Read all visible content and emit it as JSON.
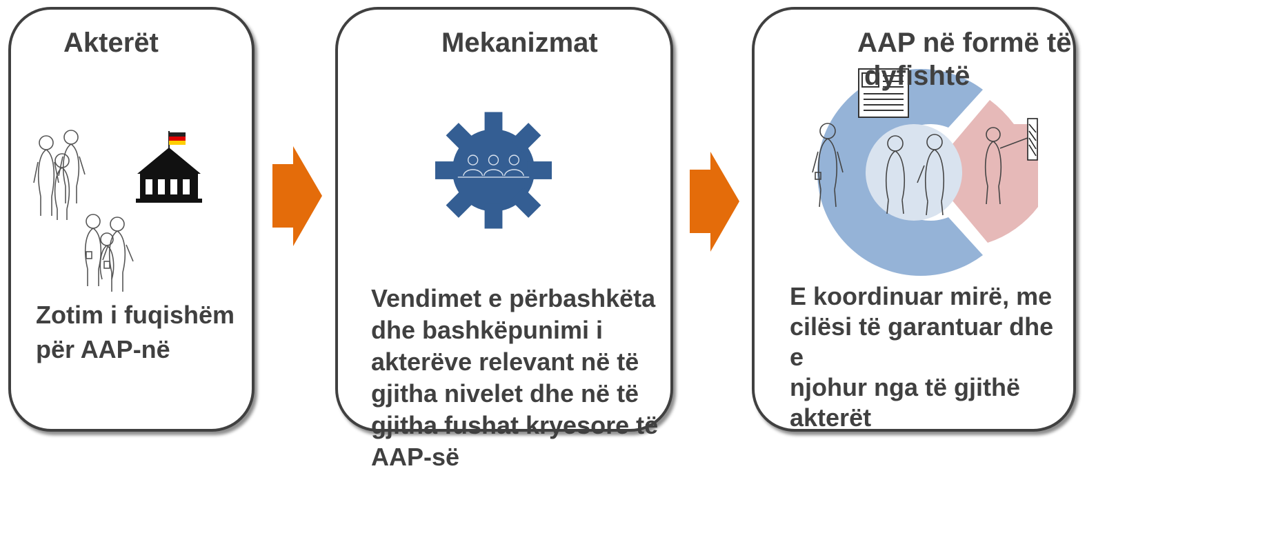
{
  "panels": [
    {
      "title": "Akterët",
      "text_lines": [
        "Zotim i fuqishëm",
        "për AAP-në"
      ]
    },
    {
      "title": "Mekanizmat",
      "text_lines": [
        "Vendimet e përbashkëta",
        "dhe bashkëpunimi i",
        "akterëve relevant në të",
        "gjitha nivelet dhe në të",
        "gjitha fushat kryesore të",
        "AAP-së"
      ]
    },
    {
      "title_lines": [
        "AAP në formë të",
        "dyfishtë"
      ],
      "text_lines": [
        "E koordinuar mirë, me",
        "cilësi të garantuar dhe e",
        "njohur nga të gjithë",
        "akterët"
      ]
    }
  ],
  "icons": {
    "people": "people-sketch-icon",
    "building": "government-building-icon",
    "flag": "german-flag-icon",
    "gear": "gear-meeting-icon",
    "newspaper": "newspaper-icon",
    "teacher": "teacher-sketch-icon"
  },
  "colors": {
    "panel_border": "#404040",
    "text": "#404040",
    "arrow": "#E46C0A",
    "gear": "#345E93",
    "donut_blue": "#95B3D7",
    "donut_pink": "#E6B9B8"
  }
}
